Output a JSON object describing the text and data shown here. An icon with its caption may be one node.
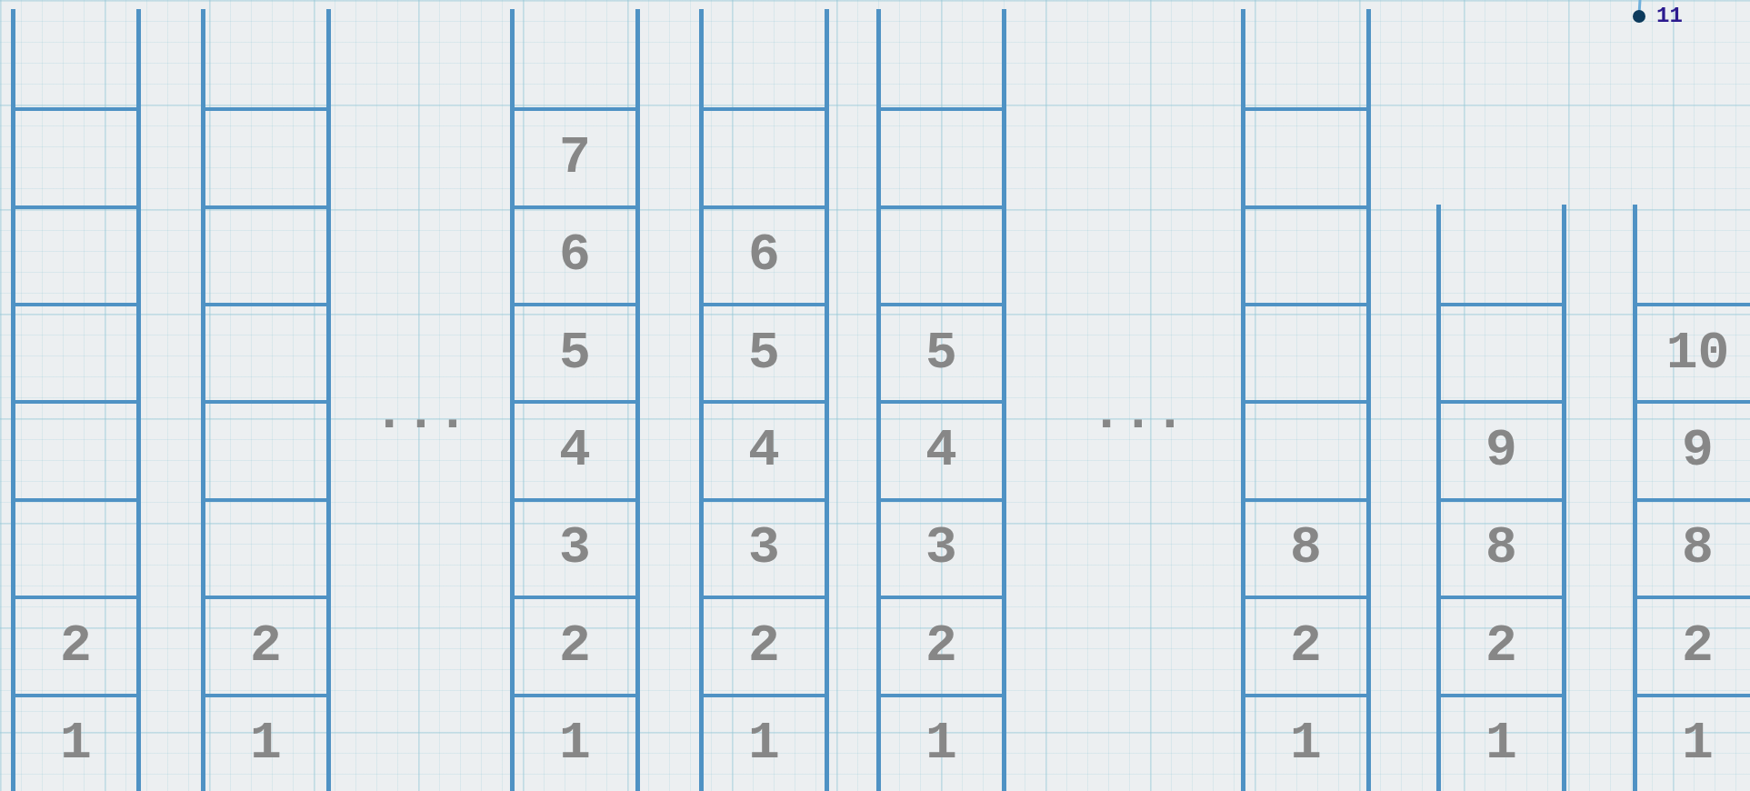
{
  "diagram": {
    "nodes": [
      {
        "text": [],
        "shape": "box"
      },
      {
        "text": [],
        "shape": "box",
        "in": 0
      },
      {
        "text": [],
        "shape": "box",
        "in": 0
      },
      {
        "text": [],
        "shape": "box",
        "in": 0
      },
      {
        "text": [],
        "shape": "box",
        "in": 0
      },
      {
        "text": [],
        "shape": "box",
        "in": 0
      },
      {
        "text": [
          "2"
        ],
        "in": 0
      },
      {
        "text": [
          "1"
        ],
        "in": 0
      },
      {
        "text": [],
        "shape": "box"
      },
      {
        "text": [],
        "shape": "box",
        "in": 8
      },
      {
        "text": [],
        "shape": "box",
        "in": 8
      },
      {
        "text": [],
        "shape": "box",
        "in": 8
      },
      {
        "text": [],
        "shape": "box",
        "in": 8
      },
      {
        "text": [],
        "shape": "box",
        "in": 8
      },
      {
        "text": [
          "2"
        ],
        "in": 8
      },
      {
        "text": [
          "1"
        ],
        "in": 8
      },
      {
        "text": [],
        "shape": "box"
      },
      {
        "text": [
          "7"
        ],
        "in": 16
      },
      {
        "text": [
          "6"
        ],
        "in": 16
      },
      {
        "text": [
          "5"
        ],
        "in": 16
      },
      {
        "text": [
          "4"
        ],
        "in": 16
      },
      {
        "text": [
          "3"
        ],
        "in": 16
      },
      {
        "text": [
          "2"
        ],
        "in": 16
      },
      {
        "text": [
          "1"
        ],
        "in": 16
      },
      {
        "text": [],
        "shape": "box"
      },
      {
        "text": [],
        "shape": "box",
        "in": 24
      },
      {
        "text": [
          "6"
        ],
        "in": 24
      },
      {
        "text": [
          "5"
        ],
        "in": 24
      },
      {
        "text": [
          "4"
        ],
        "in": 24
      },
      {
        "text": [
          "3"
        ],
        "in": 24
      },
      {
        "text": [
          "2"
        ],
        "in": 24
      },
      {
        "text": [
          "1"
        ],
        "in": 24
      },
      {
        "text": [],
        "shape": "box"
      },
      {
        "text": [],
        "shape": "box",
        "in": 32
      },
      {
        "text": [],
        "shape": "box",
        "in": 32
      },
      {
        "text": [
          "5"
        ],
        "in": 32
      },
      {
        "text": [
          "4"
        ],
        "in": 32
      },
      {
        "text": [
          "3"
        ],
        "in": 32
      },
      {
        "text": [
          "2"
        ],
        "in": 32
      },
      {
        "text": [
          "1"
        ],
        "in": 32
      },
      {
        "text": [],
        "shape": "box"
      },
      {
        "text": [],
        "shape": "box",
        "in": 40
      },
      {
        "text": [],
        "shape": "box",
        "in": 40
      },
      {
        "text": [],
        "shape": "box",
        "in": 40
      },
      {
        "text": [],
        "shape": "box",
        "in": 40
      },
      {
        "text": [
          "8"
        ],
        "in": 40
      },
      {
        "text": [
          "2"
        ],
        "in": 40
      },
      {
        "text": [
          "1"
        ],
        "in": 40
      },
      {
        "text": [],
        "shape": "box"
      },
      {
        "text": [],
        "shape": "box",
        "in": 48
      },
      {
        "text": [
          "9"
        ],
        "in": 48
      },
      {
        "text": [
          "8"
        ],
        "in": 48
      },
      {
        "text": [
          "2"
        ],
        "in": 48
      },
      {
        "text": [
          "1"
        ],
        "in": 48
      },
      {
        "text": [],
        "shape": "box"
      },
      {
        "text": [
          "10"
        ],
        "in": 54
      },
      {
        "text": [
          "9"
        ],
        "in": 54
      },
      {
        "text": [
          "8"
        ],
        "in": 54
      },
      {
        "text": [
          "2"
        ],
        "in": 54
      },
      {
        "text": [
          "1"
        ],
        "in": 54
      }
    ],
    "labels": [
      "...",
      "...",
      "11"
    ]
  }
}
